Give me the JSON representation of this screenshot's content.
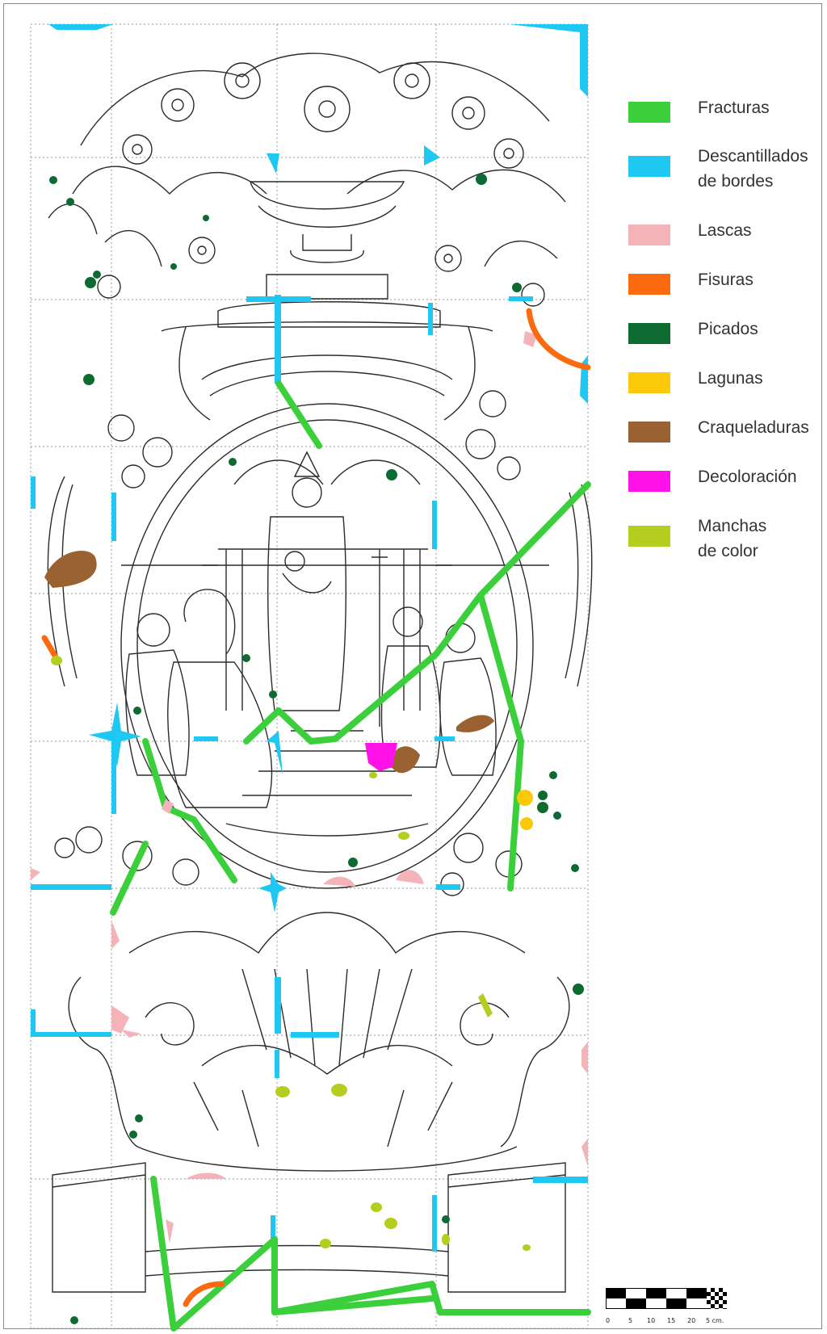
{
  "legend": {
    "items": [
      {
        "lines": [
          "Fracturas"
        ],
        "color": "#3bcf3b"
      },
      {
        "lines": [
          "Descantillados",
          "de bordes"
        ],
        "color": "#1ec8f2"
      },
      {
        "lines": [
          "Lascas"
        ],
        "color": "#f3b3b8"
      },
      {
        "lines": [
          "Fisuras"
        ],
        "color": "#fb6a0e"
      },
      {
        "lines": [
          "Picados"
        ],
        "color": "#0d6b32"
      },
      {
        "lines": [
          "Lagunas"
        ],
        "color": "#fcc80a"
      },
      {
        "lines": [
          "Craqueladuras"
        ],
        "color": "#9b6231"
      },
      {
        "lines": [
          "Decoloración"
        ],
        "color": "#ff12e7"
      },
      {
        "lines": [
          "Manchas",
          "de color"
        ],
        "color": "#b5cd1f"
      }
    ]
  },
  "scale": {
    "ticks": [
      "0",
      "5",
      "10",
      "15",
      "20",
      "5 cm."
    ]
  },
  "colors": {
    "fractura": "#3bcf3b",
    "descantillado": "#1ec8f2",
    "lasca": "#f3b3b8",
    "fisura": "#fb6a0e",
    "picado": "#0d6b32",
    "laguna": "#fcc80a",
    "craqueladura": "#9b6231",
    "decoloracion": "#ff12e7",
    "mancha": "#b5cd1f",
    "drawing": "#2b2b2b",
    "grid": "#9a9a9a"
  }
}
